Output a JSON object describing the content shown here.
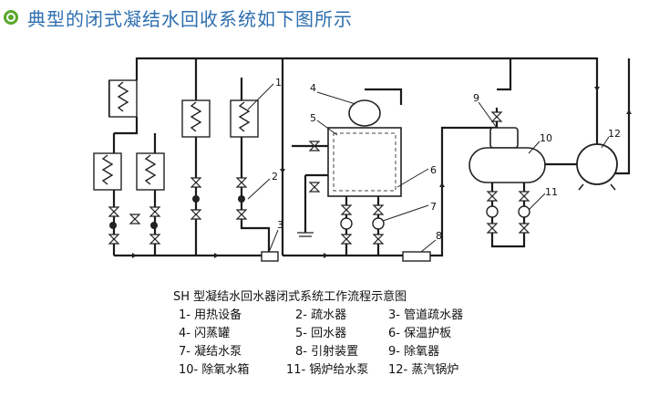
{
  "title": "典型的闭式凝结水回收系统如下图所示",
  "diagram": {
    "component_labels": [
      "1",
      "2",
      "3",
      "4",
      "5",
      "6",
      "7",
      "8",
      "9",
      "10",
      "11",
      "12"
    ]
  },
  "legend": {
    "heading": "SH 型凝结水回水器闭式系统工作流程示意图",
    "items": [
      "1- 用热设备",
      "2- 疏水器",
      "3- 管道疏水器",
      "4- 闪蒸罐",
      "5- 回水器",
      "6- 保温护板",
      "7- 凝结水泵",
      "8- 引射装置",
      "9- 除氧器",
      "10- 除氧水箱",
      "11- 锅炉给水泵",
      "12- 蒸汽锅炉"
    ]
  }
}
